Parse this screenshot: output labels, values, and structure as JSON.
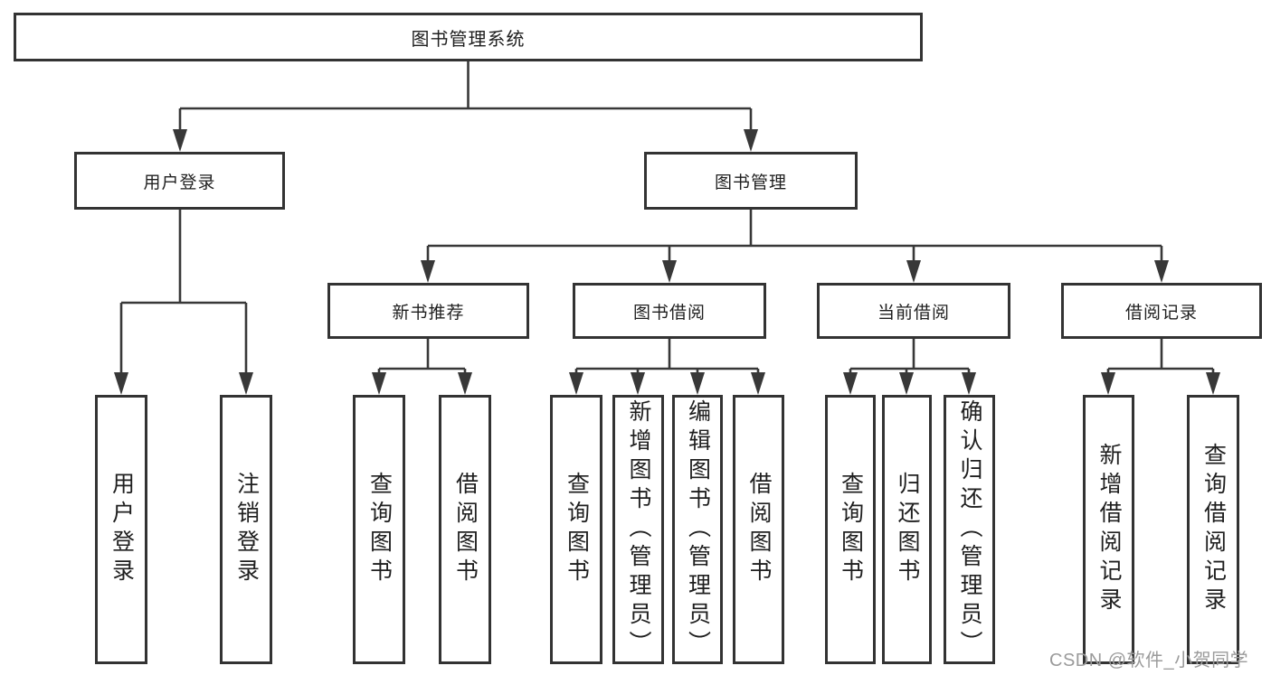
{
  "diagram": {
    "type": "hierarchy-tree",
    "tree": {
      "root": {
        "label": "图书管理系统",
        "children": [
          {
            "label": "用户登录",
            "children": [
              {
                "label": "用户登录"
              },
              {
                "label": "注销登录"
              }
            ]
          },
          {
            "label": "图书管理",
            "children": [
              {
                "label": "新书推荐",
                "children": [
                  {
                    "label": "查询图书"
                  },
                  {
                    "label": "借阅图书"
                  }
                ]
              },
              {
                "label": "图书借阅",
                "children": [
                  {
                    "label": "查询图书"
                  },
                  {
                    "label": "新增图书（管理员）"
                  },
                  {
                    "label": "编辑图书（管理员）"
                  },
                  {
                    "label": "借阅图书"
                  }
                ]
              },
              {
                "label": "当前借阅",
                "children": [
                  {
                    "label": "查询图书"
                  },
                  {
                    "label": "归还图书"
                  },
                  {
                    "label": "确认归还（管理员）"
                  }
                ]
              },
              {
                "label": "借阅记录",
                "children": [
                  {
                    "label": "新增借阅记录"
                  },
                  {
                    "label": "查询借阅记录"
                  }
                ]
              }
            ]
          }
        ]
      }
    },
    "colors": {
      "line": "#383838",
      "box_border": "#333333",
      "box_fill": "#ffffff",
      "text": "#1f1f1f",
      "watermark": "#9b9b9b",
      "background": "#ffffff"
    }
  },
  "watermark": {
    "text": "CSDN @软件_小贺同学"
  }
}
